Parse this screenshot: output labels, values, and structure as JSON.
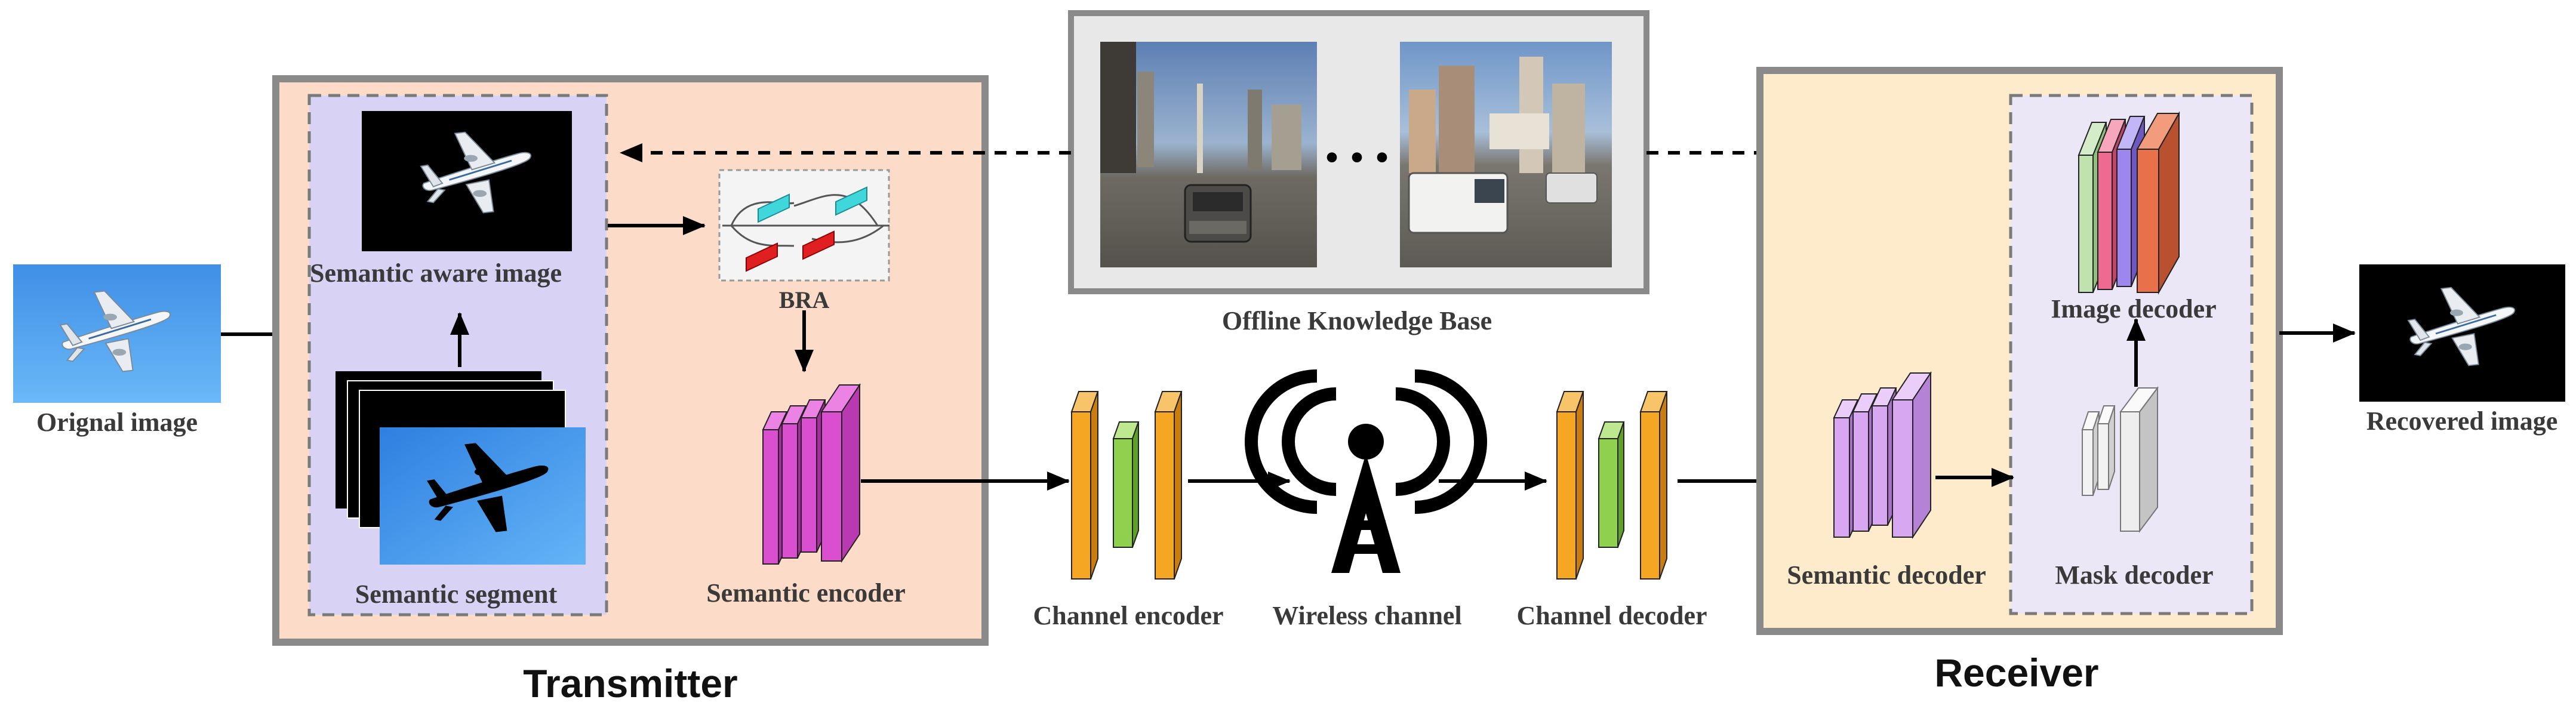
{
  "labels": {
    "original_image": "Orignal image",
    "semantic_aware_image": "Semantic aware image",
    "semantic_segment": "Semantic segment",
    "bra": "BRA",
    "semantic_encoder": "Semantic encoder",
    "channel_encoder": "Channel encoder",
    "wireless_channel": "Wireless channel",
    "channel_decoder": "Channel decoder",
    "semantic_decoder": "Semantic decoder",
    "mask_decoder": "Mask decoder",
    "image_decoder": "Image decoder",
    "recovered_image": "Recovered image",
    "knowledge_base": "Offline Knowledge Base",
    "transmitter": "Transmitter",
    "receiver": "Receiver",
    "ellipsis": "• • •"
  },
  "colors": {
    "transmitter_fill": "#fcdcc8",
    "receiver_fill": "#fdebcb",
    "inner_panel_fill": "#d8d3f5",
    "frame_stroke": "#8a8a8a",
    "semantic_encoder": "#d94fd0",
    "semantic_decoder": "#d8a7f2",
    "channel_orange": "#f5a623",
    "channel_green": "#8fd14f",
    "sky_blue": "#4a9ff0",
    "knowledge_bg": "#e8e8e8"
  },
  "icons": [
    "airplane-icon",
    "antenna-icon"
  ]
}
